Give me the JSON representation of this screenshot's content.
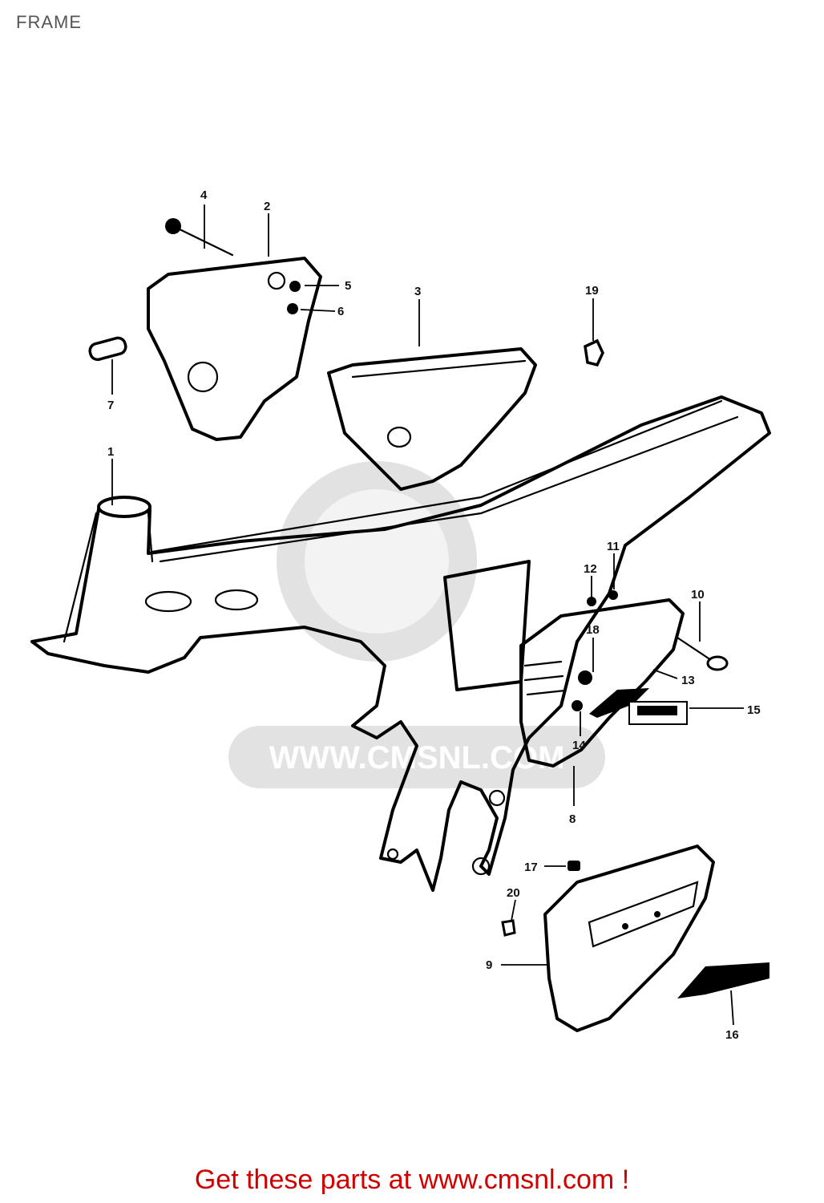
{
  "title": "FRAME",
  "watermark": "WWW.CMSNL.COM",
  "footer_text": "Get these parts at www.cmsnl.com !",
  "callouts": [
    "1",
    "2",
    "3",
    "4",
    "5",
    "6",
    "7",
    "8",
    "9",
    "10",
    "11",
    "12",
    "13",
    "14",
    "15",
    "16",
    "17",
    "18",
    "19",
    "20"
  ],
  "colors": {
    "footer": "#d00000",
    "watermark": "#e2e2e2",
    "line": "#000000"
  }
}
